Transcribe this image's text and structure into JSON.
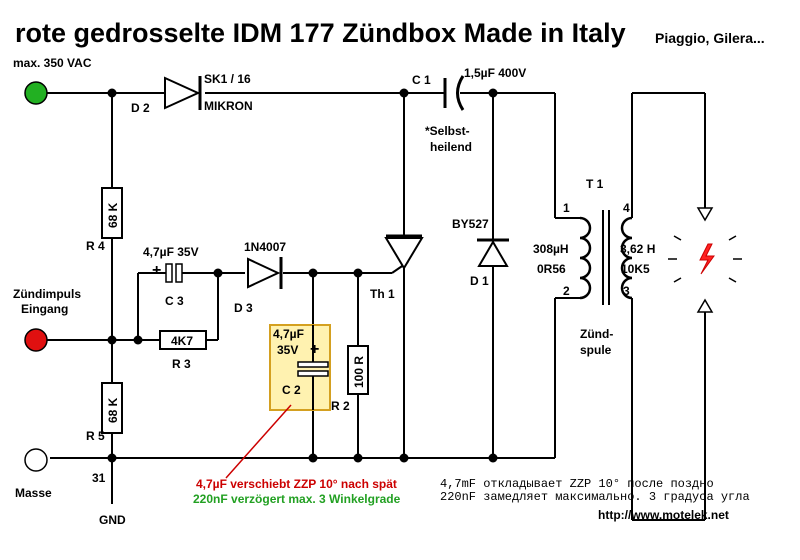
{
  "title": "rote gedrosselte IDM 177 Zündbox  Made in Italy",
  "subtitle": "Piaggio, Gilera...",
  "labels": {
    "max_vac": "max. 350 VAC",
    "d2": "D 2",
    "d2_type": "SK1 / 16",
    "d2_make": "MIKRON",
    "c1": "C 1",
    "c1_value": "1,5µF 400V",
    "c1_note1": "*Selbst-",
    "c1_note2": "heilend",
    "t1": "T 1",
    "pin1": "1",
    "pin2": "2",
    "pin3": "3",
    "pin4": "4",
    "prim_l": "308µH",
    "prim_r": "0R56",
    "sec_l": "3,62 H",
    "sec_r": "10K5",
    "coil1": "Zünd-",
    "coil2": "spule",
    "d1_type": "BY527",
    "d1": "D 1",
    "r4_value": "68 K",
    "r4": "R 4",
    "r5_value": "68 K",
    "r5": "R 5",
    "c3_value": "4,7µF 35V",
    "plus": "+",
    "c3": "C 3",
    "d3_type": "1N4007",
    "d3": "D 3",
    "r3_value": "4K7",
    "r3": "R 3",
    "th1": "Th 1",
    "c2_v1": "4,7µF",
    "c2_v2": "35V",
    "c2": "C 2",
    "r2_value": "100 R",
    "r2": "R 2",
    "input1": "Zündimpuls",
    "input2": "Eingang",
    "masse": "Masse",
    "pin31": "31",
    "gnd": "GND",
    "note_red": "4,7µF verschiebt ZZP 10° nach spät",
    "note_green": "220nF verzögert max. 3 Winkelgrade",
    "ru1": "4,7mF откладывает ZZP 10° после поздно",
    "ru2": "220nF замедляет максимально. 3 градуса угла",
    "url": "http://www.motelek.net"
  },
  "colors": {
    "terminal_top": "#22b022",
    "terminal_mid": "#e01010",
    "terminal_bottom": "#ffffff",
    "highlight_fill": "#fff2b0",
    "highlight_stroke": "#d4a020",
    "note_red": "#cc0000",
    "note_green": "#22a022",
    "spark": "#ff2222"
  }
}
